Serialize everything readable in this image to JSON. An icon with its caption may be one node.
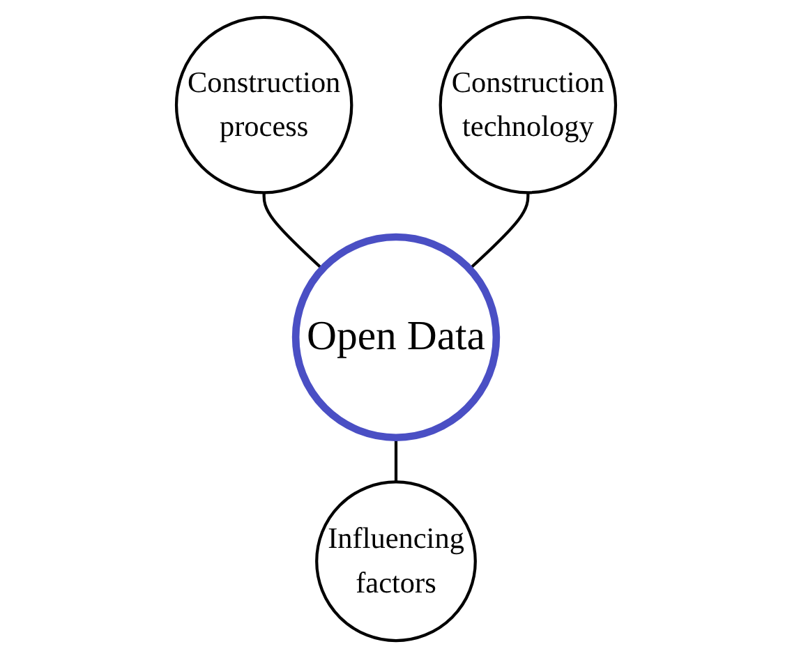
{
  "diagram": {
    "nodes": [
      {
        "text": [
          "Construction process"
        ]
      },
      {
        "text": [
          "Construction technology"
        ]
      },
      {
        "text": [
          "Open Data"
        ]
      },
      {
        "text": [
          "Influencing factors"
        ]
      }
    ],
    "edges": [
      {
        "from": 0,
        "to": 2,
        "arrow": "none"
      },
      {
        "from": 1,
        "to": 2,
        "arrow": "none"
      },
      {
        "from": 2,
        "to": 3,
        "arrow": "none"
      }
    ]
  }
}
